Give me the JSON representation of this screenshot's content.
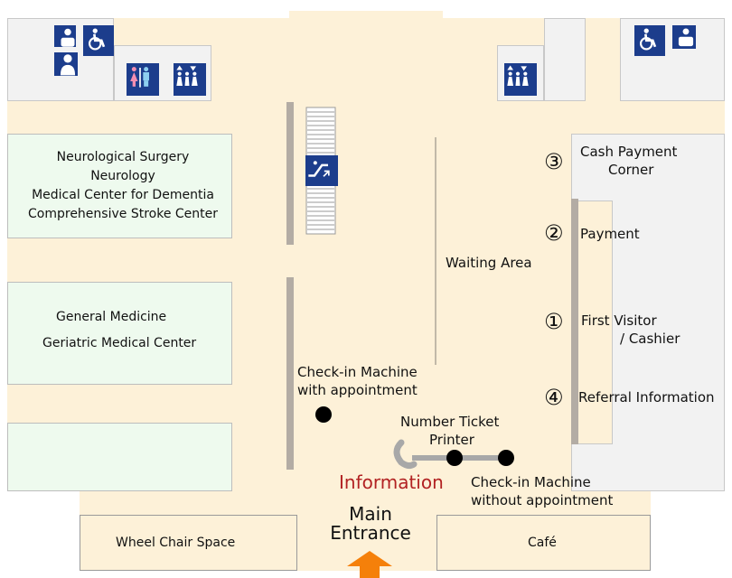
{
  "departments": {
    "neuro": {
      "lines": [
        "Neurological Surgery",
        "Neurology",
        "Medical Center for Dementia",
        "Comprehensive Stroke Center"
      ]
    },
    "general": {
      "line1": "General Medicine",
      "line2": "Geriatric Medical Center"
    }
  },
  "counters": [
    {
      "number": "③",
      "line1": "Cash Payment",
      "line2": "Corner"
    },
    {
      "number": "②",
      "line1": "Payment"
    },
    {
      "number": "①",
      "line1": "First Visitor",
      "line2": "/ Cashier"
    },
    {
      "number": "④",
      "line1": "Referral Information"
    }
  ],
  "labels": {
    "waiting_area": "Waiting Area",
    "checkin_appointment": [
      "Check-in Machine",
      "with appointment"
    ],
    "number_ticket": [
      "Number Ticket",
      "Printer"
    ],
    "information": "Information",
    "checkin_no_appointment": [
      "Check-in Machine",
      "without appointment"
    ],
    "main_entrance": [
      "Main",
      "Entrance"
    ],
    "wheel_chair_space": "Wheel Chair Space",
    "cafe": "Café"
  },
  "colors": {
    "floor": "#fdf1d8",
    "department_fill": "#eefaee",
    "icon_blue": "#1c3d8c",
    "information_red": "#b22222",
    "entrance_arrow": "#f5800a"
  },
  "icons": [
    "baby-changing-icon",
    "wheelchair-icon",
    "nursing-room-icon",
    "restroom-icon",
    "elevator-icon",
    "escalator-icon"
  ]
}
